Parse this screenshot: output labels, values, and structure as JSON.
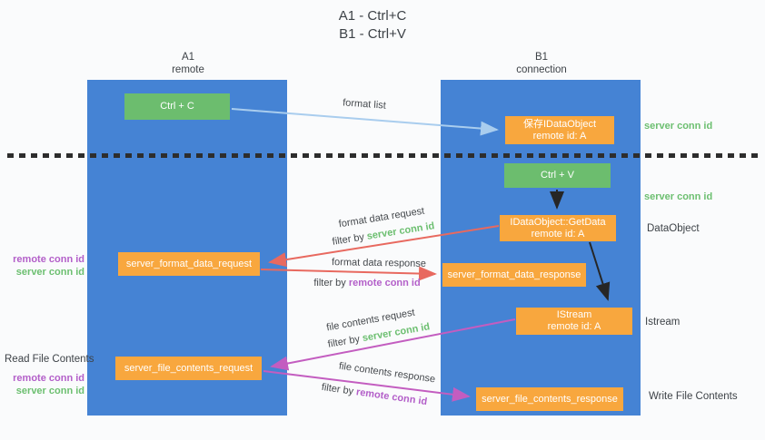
{
  "title": {
    "line1": "A1 - Ctrl+C",
    "line2": "B1 - Ctrl+V"
  },
  "lanes": {
    "left": {
      "name": "A1",
      "role": "remote"
    },
    "right": {
      "name": "B1",
      "role": "connection"
    }
  },
  "boxes": {
    "ctrl_c": {
      "label": "Ctrl + C"
    },
    "save_dataobject": {
      "line1": "保存IDataObject",
      "line2": "remote id: A"
    },
    "ctrl_v": {
      "label": "Ctrl + V"
    },
    "getdata": {
      "line1": "IDataObject::GetData",
      "line2": "remote id: A"
    },
    "format_request": {
      "label": "server_format_data_request"
    },
    "format_response": {
      "label": "server_format_data_response"
    },
    "istream": {
      "line1": "IStream",
      "line2": "remote id: A"
    },
    "file_request": {
      "label": "server_file_contents_request"
    },
    "file_response": {
      "label": "server_file_contents_response"
    }
  },
  "arrows": {
    "format_list": {
      "label": "format list"
    },
    "format_data_request": {
      "label": "format data request",
      "filter_prefix": "filter by ",
      "filter_key": "server conn id"
    },
    "format_data_response": {
      "label": "format data response",
      "filter_prefix": "filter by ",
      "filter_key": "remote conn id"
    },
    "file_contents_request": {
      "label": "file contents request",
      "filter_prefix": "filter by ",
      "filter_key": "server conn id"
    },
    "file_contents_response": {
      "label": "file contents response",
      "filter_prefix": "filter by ",
      "filter_key": "remote conn id"
    }
  },
  "side_labels": {
    "right": {
      "server_conn_id_top": "server conn id",
      "server_conn_id_mid": "server conn id",
      "dataobject": "DataObject",
      "istream": "Istream",
      "write_file_contents": "Write File Contents"
    },
    "left": {
      "remote_conn_id_top": "remote conn id",
      "server_conn_id_top": "server conn id",
      "read_file_contents": "Read File Contents",
      "remote_conn_id_bottom": "remote conn id",
      "server_conn_id_bottom": "server conn id"
    }
  },
  "colors": {
    "lane_fill": "#4583d4",
    "green_box": "#6cbd6e",
    "orange_box": "#f8a73e",
    "server_conn_id_green": "#6cbf70",
    "remote_conn_id_purple": "#b35fc9",
    "arrow_blue": "#a9cdee",
    "arrow_red": "#e8695f",
    "arrow_magenta": "#c35dc0",
    "arrow_black": "#262626",
    "divider_black": "#2d2d2d",
    "text_dark": "#45494d",
    "background": "#fafbfc"
  }
}
